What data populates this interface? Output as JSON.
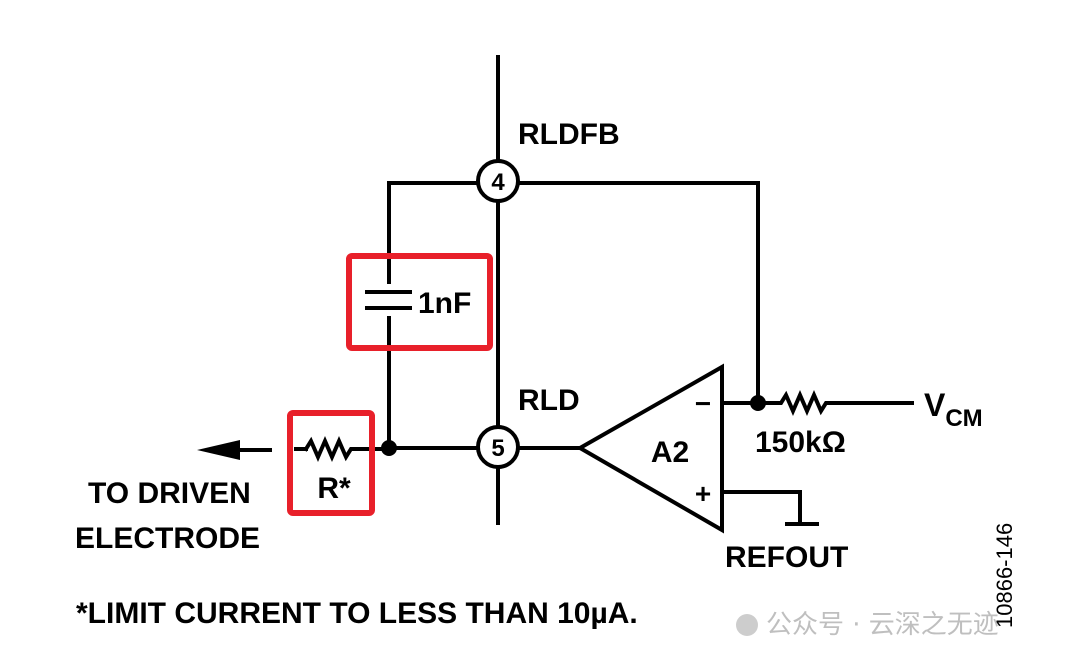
{
  "diagram": {
    "pins": [
      {
        "number": "4",
        "name": "RLDFB"
      },
      {
        "number": "5",
        "name": "RLD"
      }
    ],
    "amplifier": {
      "label": "A2",
      "inverting_symbol": "−",
      "noninverting_symbol": "+"
    },
    "components": {
      "capacitor": {
        "value": "1nF",
        "highlighted": true
      },
      "feedback_resistor": {
        "value": "150kΩ"
      },
      "output_resistor": {
        "value": "R*",
        "highlighted": true
      }
    },
    "nets": {
      "vcm": {
        "main": "V",
        "sub": "CM"
      },
      "refout": "REFOUT",
      "driven_electrode_line1": "TO DRIVEN",
      "driven_electrode_line2": "ELECTRODE"
    },
    "footnote": "*LIMIT CURRENT TO LESS THAN 10µA.",
    "figure_id": "10866-146",
    "highlight_color": "#e8202a"
  },
  "watermark": {
    "text": "公众号 · 云深之无迹"
  }
}
